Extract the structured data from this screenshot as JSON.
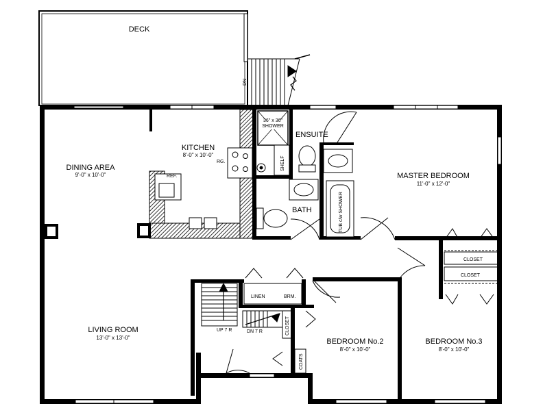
{
  "plan": {
    "deck": "DECK",
    "dn": "DN",
    "kitchen": {
      "name": "KITCHEN",
      "dims": "8'-0\" x 10'-0\""
    },
    "rg": "RG.",
    "ref": "REF.",
    "dining": {
      "name": "DINING AREA",
      "dims": "9'-0\" x 10'-0\""
    },
    "shower": {
      "size": "36\" x 36\"",
      "label": "SHOWER"
    },
    "ensuite": "ENSUITE",
    "shelf": "SHELF",
    "bath": "BATH",
    "tub": "TUB c/w SHOWER",
    "master": {
      "name": "MASTER BEDROOM",
      "dims": "11'-0\" x 12'-0\""
    },
    "closet": "CLOSET",
    "linen": "LINEN",
    "brm": "BRM.",
    "up": "UP 7 R",
    "down": "DN 7 R",
    "coats": "COATS",
    "living": {
      "name": "LIVING ROOM",
      "dims": "13'-0\" x 13'-0\""
    },
    "bedroom2": {
      "name": "BEDROOM No.2",
      "dims": "8'-0\" x 10'-0\""
    },
    "bedroom3": {
      "name": "BEDROOM No.3",
      "dims": "8'-0\" x 10'-0\""
    }
  },
  "colors": {
    "wall": "#000000",
    "background": "#ffffff",
    "counter_hatch": "#555555"
  }
}
